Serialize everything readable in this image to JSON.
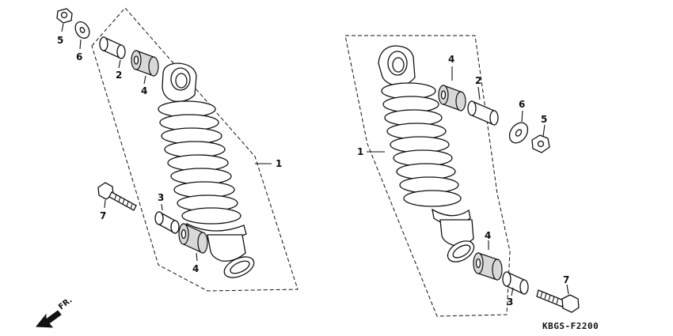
{
  "labels": {
    "left": {
      "p5": "5",
      "p6": "6",
      "p2": "2",
      "p4a": "4",
      "p1": "1",
      "p7": "7",
      "p3": "3",
      "p4b": "4"
    },
    "right": {
      "p4a": "4",
      "p2": "2",
      "p6": "6",
      "p5": "5",
      "p1": "1",
      "p4b": "4",
      "p7": "7",
      "p3": "3"
    }
  },
  "direction_label": "FR.",
  "diagram_code": "KBGS-F2200"
}
